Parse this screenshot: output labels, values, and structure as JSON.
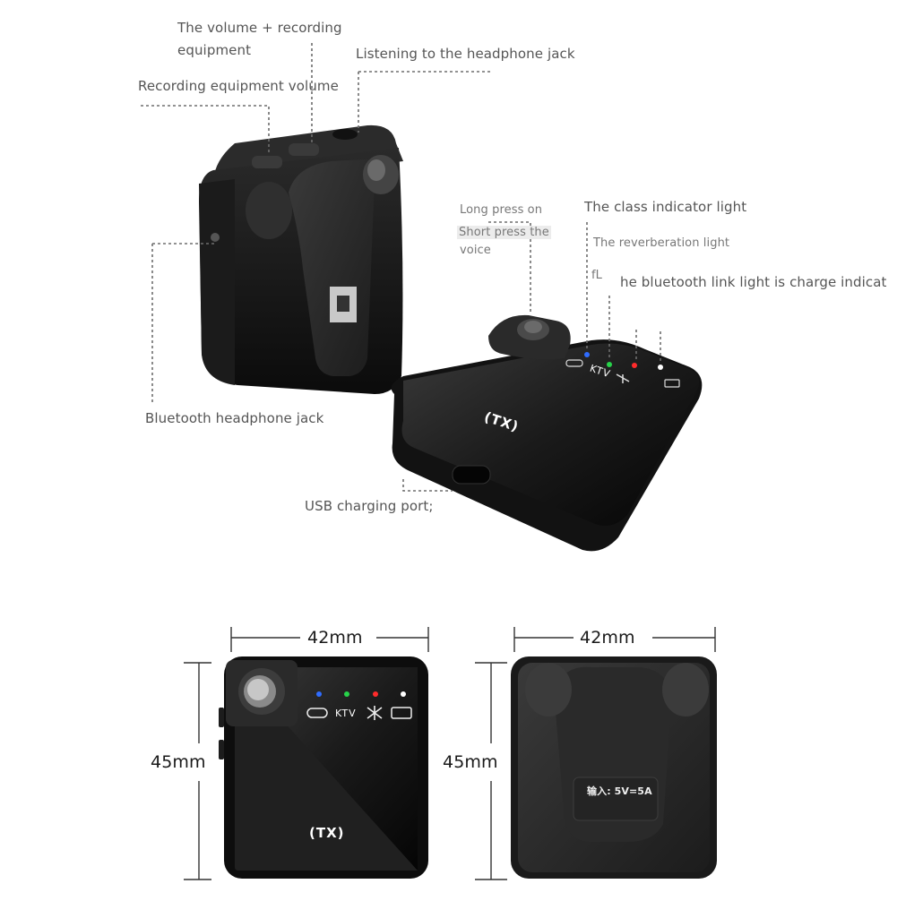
{
  "callouts": {
    "volume_recording": "The volume + recording",
    "volume_recording_2": "equipment",
    "headphone_listen": "Listening to the headphone jack",
    "recording_volume": "Recording equipment volume",
    "long_press": "Long press on",
    "short_press": "Short press the",
    "voice": "voice",
    "class_light": "The class indicator light",
    "reverb_light": "The reverberation light",
    "reverb_fragment": "fL",
    "bluetooth_link": "he bluetooth link light is charge indicat",
    "bt_headphone_jack": "Bluetooth headphone jack",
    "usb_port": "USB charging port;"
  },
  "device": {
    "tx_label": "(TX)",
    "ktv_label": "KTV",
    "back_tag_line1": "输入: 5V=5A"
  },
  "dimensions": {
    "front_width": "42mm",
    "front_height": "45mm",
    "back_width": "42mm",
    "back_height": "45mm"
  },
  "colors": {
    "device_body": "#151515",
    "leader_line": "#6e6e6e",
    "led_blue": "#2f6cff",
    "led_green": "#27d34a",
    "led_red": "#ff2b2b",
    "led_white": "#ffffff"
  }
}
